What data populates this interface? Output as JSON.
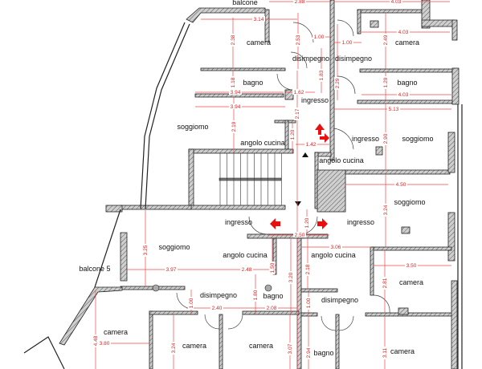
{
  "plan": {
    "top_label": "balcone",
    "rooms": [
      "camera",
      "disimpegno",
      "disimpegno",
      "camera",
      "bagno",
      "bagno",
      "ingresso",
      "soggiomo",
      "angolo cucina",
      "ingresso",
      "soggiomo",
      "angolo cucina",
      "soggiomo",
      "ingresso",
      "ingresso",
      "soggiomo",
      "balcone 5",
      "angolo cucina",
      "angolo cucina",
      "camera",
      "disimpegno",
      "bagno",
      "disimpegno",
      "camera",
      "camera",
      "camera",
      "bagno",
      "camera"
    ],
    "dimensions_horizontal": [
      "2.88",
      "4.03",
      "3.14",
      "1.00",
      "1.00",
      "4.03",
      "3.94",
      "1.62",
      "4.03",
      "3.94",
      "5.13",
      "1.42",
      "4.50",
      "2.50",
      "3.06",
      "3.97",
      "2.48",
      "3.50",
      "2.40",
      "2.08",
      "3.80"
    ],
    "dimensions_vertical": [
      "2.38",
      "2.53",
      "1.83",
      "2.49",
      "1.18",
      "2.17",
      "2.29",
      "1.29",
      "2.19",
      "1.20",
      "2.90",
      "3.24",
      "1.20",
      "3.25",
      "1.50",
      "2.18",
      "3.20",
      "2.81",
      "1.80",
      "1.00",
      "1.00",
      "4.48",
      "3.24",
      "3.07",
      "2.94",
      "3.11"
    ],
    "colors": {
      "dimension": "#f04848",
      "arrow": "#e81010",
      "wall": "#9a9a9a"
    }
  }
}
